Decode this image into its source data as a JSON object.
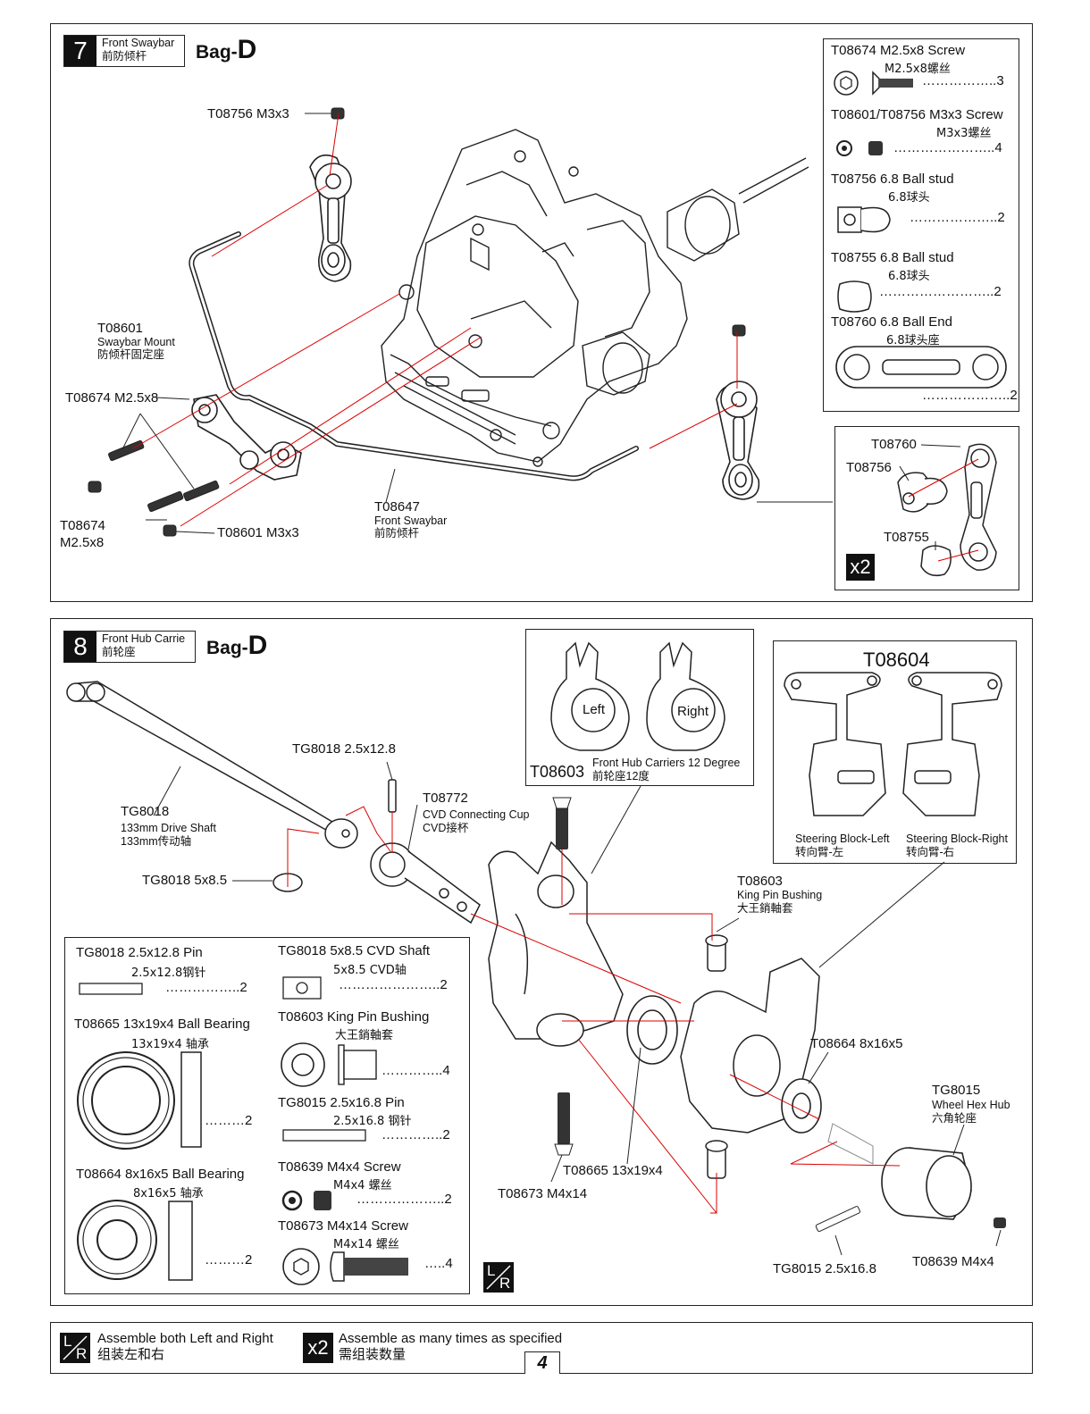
{
  "step7": {
    "number": "7",
    "title_en": "Front Swaybar",
    "title_cn": "前防倾杆",
    "bag_prefix": "Bag-",
    "bag_letter": "D",
    "callouts": {
      "t08756_m3x3": "T08756  M3x3",
      "t08601": "T08601",
      "t08601_en": "Swaybar Mount",
      "t08601_cn": "防倾杆固定座",
      "t08674_a": "T08674  M2.5x8",
      "t08674_b1": "T08674",
      "t08674_b2": "M2.5x8",
      "t08601_m3x3": "T08601 M3x3",
      "t08647": "T08647",
      "t08647_en": "Front Swaybar",
      "t08647_cn": "前防倾杆"
    },
    "parts": [
      {
        "code": "T08674  M2.5x8 Screw",
        "cn": "M2.5x8螺丝",
        "qty": "……………..3"
      },
      {
        "code": "T08601/T08756  M3x3 Screw",
        "cn": "M3x3螺丝",
        "qty": "…………………..4"
      },
      {
        "code": "T08756  6.8 Ball stud",
        "cn": "6.8球头",
        "qty": "………………..2"
      },
      {
        "code": "T08755  6.8 Ball stud",
        "cn": "6.8球头",
        "qty": "……………………..2"
      },
      {
        "code": "T08760  6.8 Ball End",
        "cn": "6.8球头座",
        "qty": "………………..2"
      }
    ],
    "subassy": {
      "t08760": "T08760",
      "t08756": "T08756",
      "t08755": "T08755",
      "mult": "x2"
    }
  },
  "step8": {
    "number": "8",
    "title_en": "Front Hub Carrie",
    "title_cn": "前轮座",
    "bag_prefix": "Bag-",
    "bag_letter": "D",
    "hub_box": {
      "code": "T08603",
      "en": "Front Hub Carriers 12 Degree",
      "cn": "前轮座12度",
      "left": "Left",
      "right": "Right"
    },
    "steer_box": {
      "code": "T08604",
      "left_en": "Steering Block-Left",
      "left_cn": "转向臂-左",
      "right_en": "Steering Block-Right",
      "right_cn": "转向臂-右"
    },
    "callouts": {
      "tg8018_pin": "TG8018 2.5x12.8",
      "t08772": "T08772",
      "t08772_en": "CVD Connecting Cup",
      "t08772_cn": "CVD接杯",
      "tg8018": "TG8018",
      "tg8018_en": "133mm Drive Shaft",
      "tg8018_cn": "133mm传动轴",
      "tg8018_shaft": "TG8018 5x8.5",
      "t08603": "T08603",
      "t08603_en": "King Pin Bushing",
      "t08603_cn": "大王銷軸套",
      "t08664": "T08664 8x16x5",
      "tg8015": "TG8015",
      "tg8015_en": "Wheel Hex Hub",
      "tg8015_cn": "六角轮座",
      "t08665": "T08665 13x19x4",
      "t08673": "T08673  M4x14",
      "tg8015_pin": "TG8015 2.5x16.8",
      "t08639": "T08639  M4x4"
    },
    "parts_left": [
      {
        "code": "TG8018 2.5x12.8 Pin",
        "cn": "2.5x12.8钢针",
        "qty": "……………..2"
      },
      {
        "code": "T08665  13x19x4 Ball Bearing",
        "cn": "13x19x4 轴承",
        "qty": "………2"
      },
      {
        "code": "T08664  8x16x5 Ball Bearing",
        "cn": "8x16x5 轴承",
        "qty": "………2"
      }
    ],
    "parts_right": [
      {
        "code": "TG8018 5x8.5 CVD Shaft",
        "cn": "5x8.5 CVD轴",
        "qty": "…………………..2"
      },
      {
        "code": "T08603  King Pin Bushing",
        "cn": "大王銷軸套",
        "qty": "…………..4"
      },
      {
        "code": "TG8015  2.5x16.8 Pin",
        "cn": "2.5x16.8 钢针",
        "qty": "…………..2"
      },
      {
        "code": "T08639  M4x4 Screw",
        "cn": "M4x4 螺丝",
        "qty": "………………..2"
      },
      {
        "code": "T08673  M4x14 Screw",
        "cn": "M4x14 螺丝",
        "qty": "…..4"
      }
    ],
    "lr_badge": {
      "l": "L",
      "r": "R"
    }
  },
  "legend": {
    "lr_en": "Assemble both Left and Right",
    "lr_cn": "组装左和右",
    "x2_badge": "x2",
    "x2_en": "Assemble as many times as specified",
    "x2_cn": "需组装数量",
    "page_number": "4"
  }
}
